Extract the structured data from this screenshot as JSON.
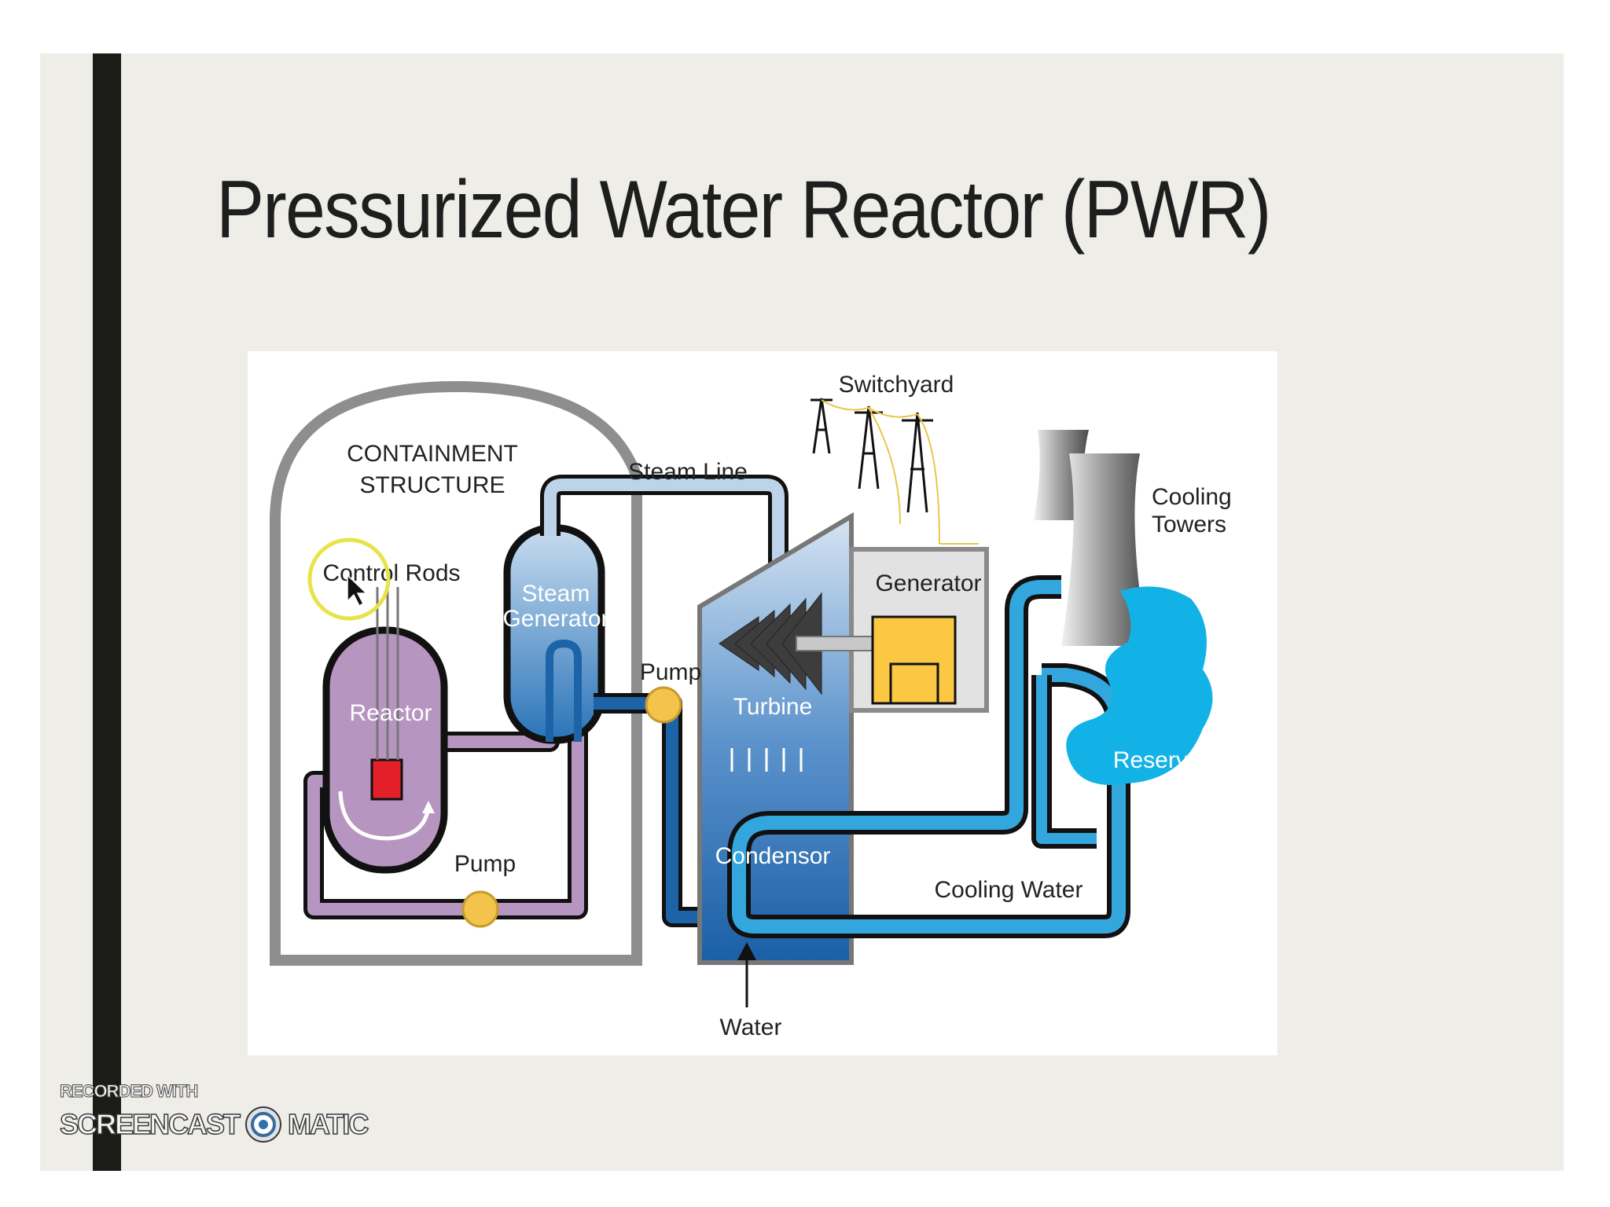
{
  "slide": {
    "title": "Pressurized Water Reactor (PWR)"
  },
  "diagram": {
    "labels": {
      "containment": [
        "CONTAINMENT",
        "STRUCTURE"
      ],
      "control_rods": "Control Rods",
      "reactor": "Reactor",
      "steam_generator": [
        "Steam",
        "Generator"
      ],
      "steam_line": "Steam Line",
      "pump_primary": "Pump",
      "pump_secondary": "Pump",
      "turbine": "Turbine",
      "generator": "Generator",
      "switchyard": "Switchyard",
      "cooling_towers": [
        "Cooling",
        "Towers"
      ],
      "reservoir": "Reservoir",
      "condensor": "Condensor",
      "cooling_water": "Cooling Water",
      "water": "Water"
    },
    "colors": {
      "containment": "#8e8e8e",
      "reactor": "#b695c0",
      "primary_loop": "#b695c0",
      "core": "#e3202a",
      "steam": "#bcd3ea",
      "feedwater": "#1d63a8",
      "cooling_water": "#33a7dd",
      "pump": "#f3c34b",
      "generator": "#fcc844",
      "reservoir": "#13b2e6"
    }
  },
  "watermark": {
    "line1": "RECORDED WITH",
    "word1": "SCREENCAST",
    "word2": "MATIC"
  }
}
